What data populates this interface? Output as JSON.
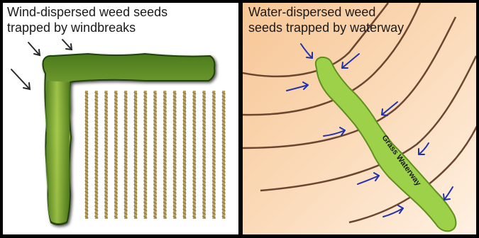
{
  "panels": {
    "left": {
      "caption": "Wind-dispersed weed seeds\ntrapped by windbreaks"
    },
    "right": {
      "caption": "Water-dispersed weed\nseeds trapped by waterway",
      "waterway_label": "Grass Waterway"
    }
  },
  "colors": {
    "border": "#000000",
    "windbreak_green": "#6f9a2c",
    "crop_row": "#b8a060",
    "field_orange": "#f7c695",
    "waterway_green": "#9ed14a",
    "contour_brown": "#6b4630",
    "water_arrow_blue": "#2233aa",
    "wind_arrow": "#2a2a2a"
  },
  "icons": {
    "wind_arrows": "arrow-icon",
    "water_arrows": "curved-arrow-icon"
  }
}
